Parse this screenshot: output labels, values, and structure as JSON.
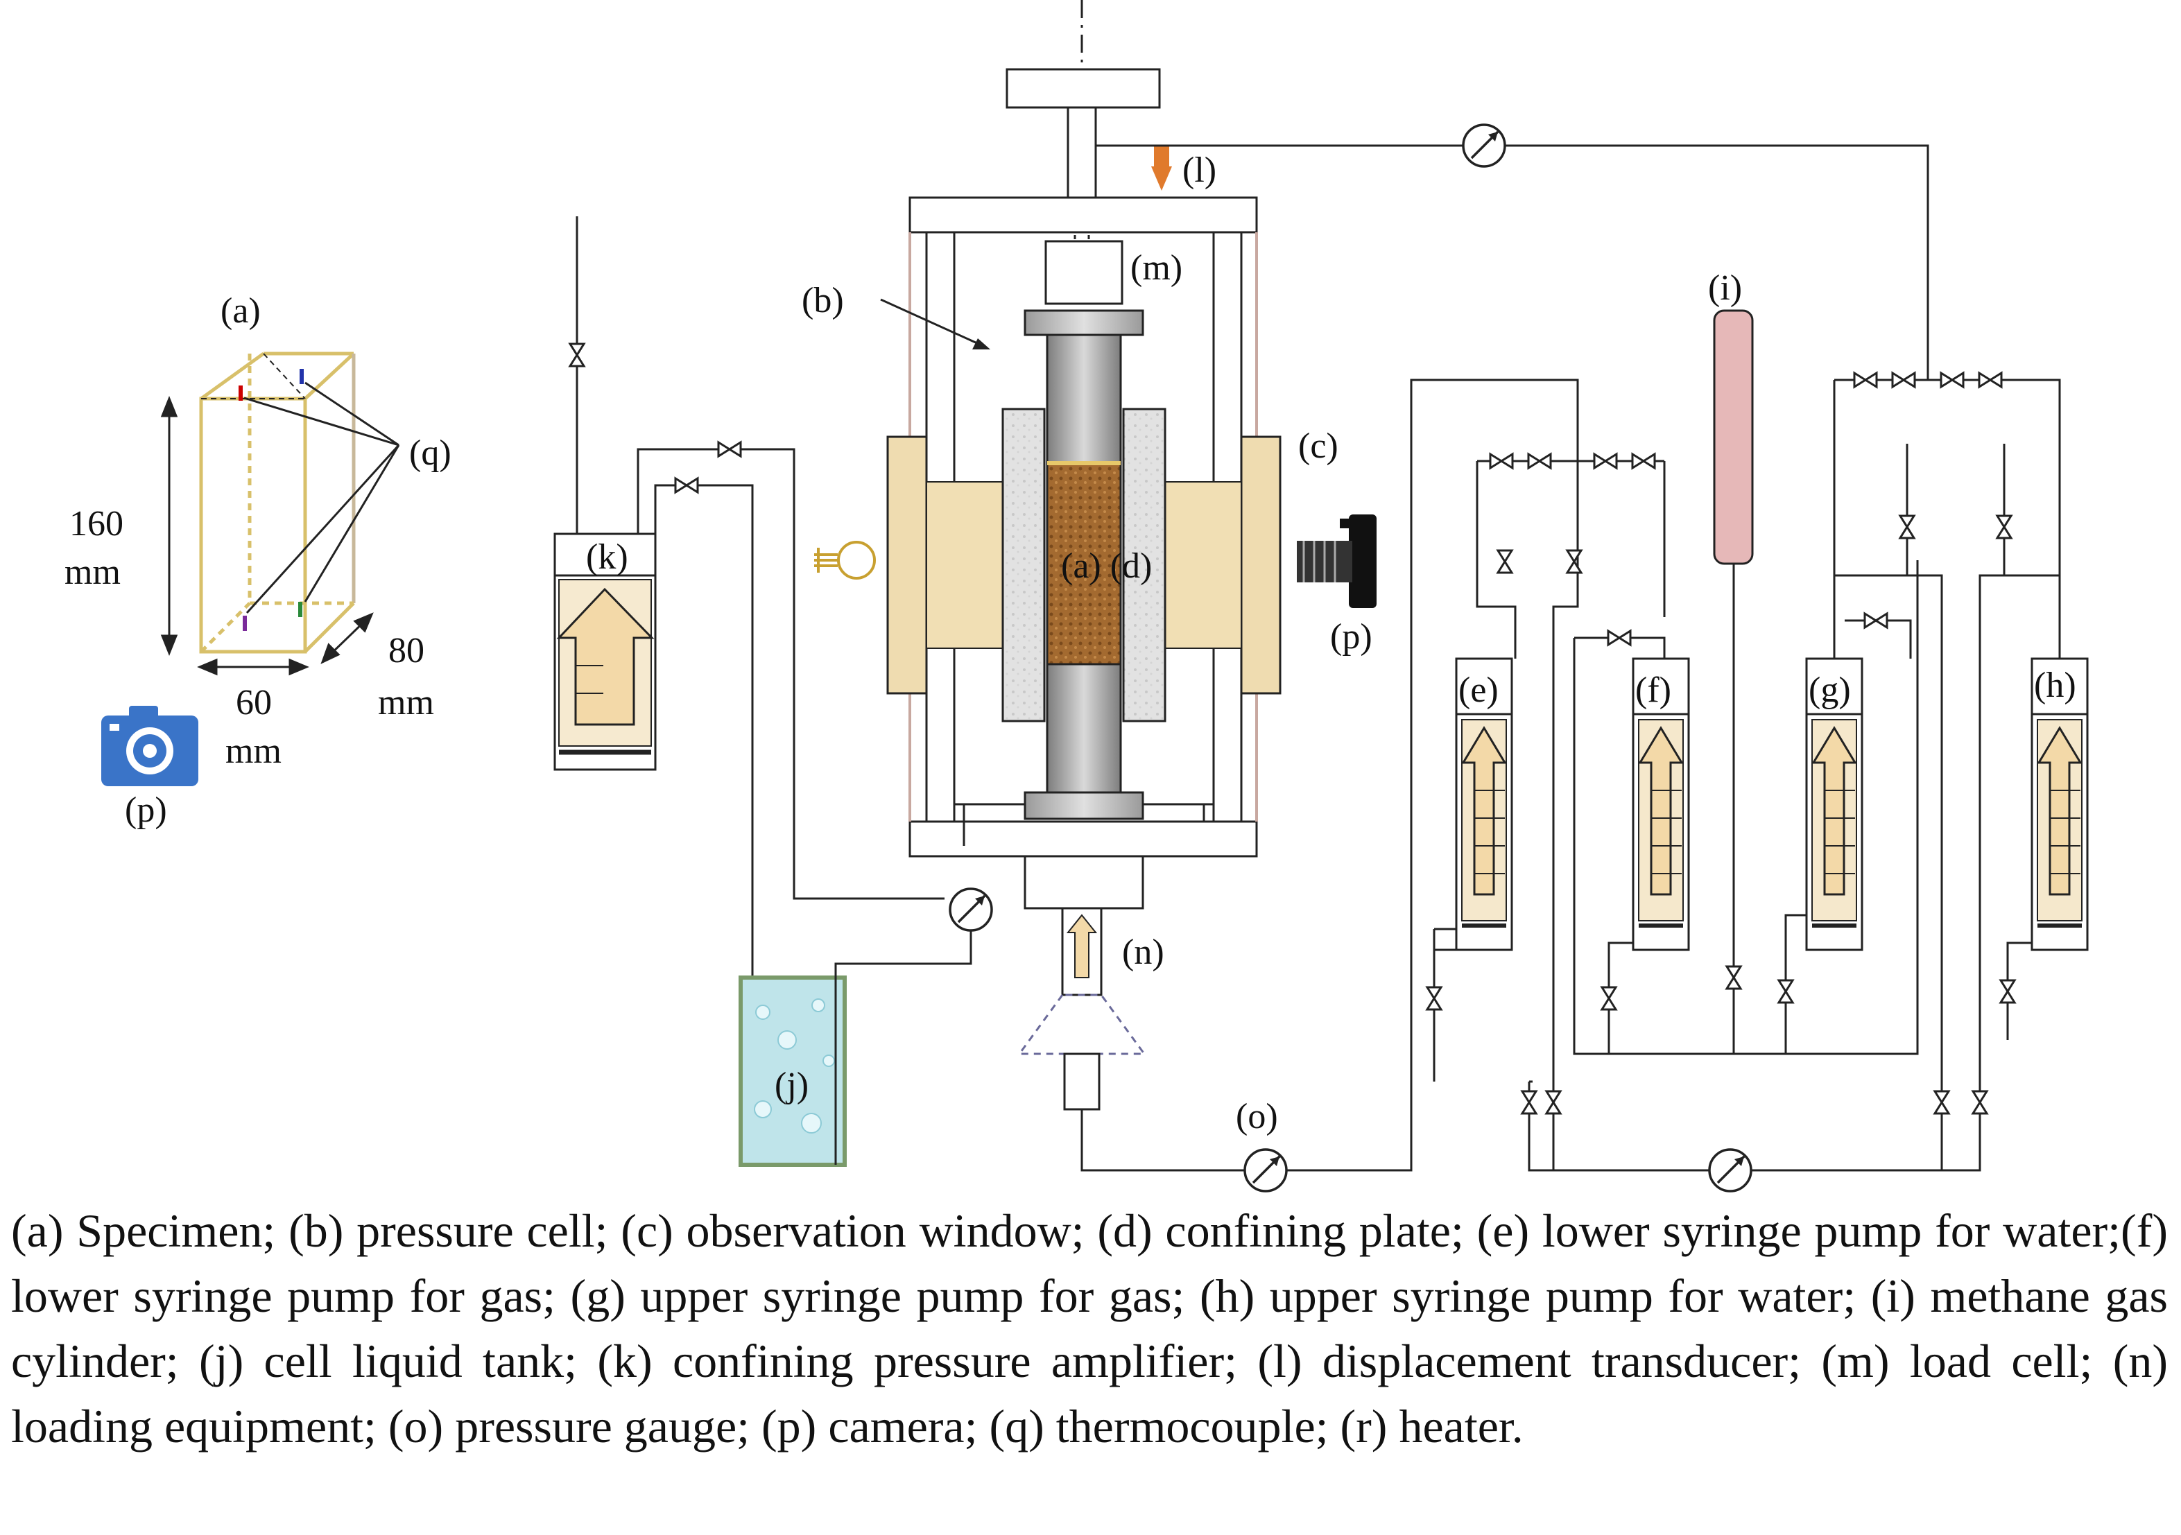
{
  "labels": {
    "a": "(a)",
    "b": "(b)",
    "c": "(c)",
    "ad": "(a) (d)",
    "e": "(e)",
    "f": "(f)",
    "g": "(g)",
    "h": "(h)",
    "i": "(i)",
    "j": "(j)",
    "k": "(k)",
    "l": "(l)",
    "m": "(m)",
    "n": "(n)",
    "o": "(o)",
    "p": "(p)",
    "q": "(q)"
  },
  "dimensions": {
    "height_value": "160",
    "width_value": "60",
    "depth_value": "80",
    "unit": "mm"
  },
  "colors": {
    "specimen": "#a0642a",
    "frame_gold": "#d8c06a",
    "window": "#efdcb0",
    "confining": "#dcdcdc",
    "piston": "#9a9a9a",
    "cylinder_i": "#e6b8b8",
    "tank_j": "#bfe4ea",
    "camera_icon": "#3a74c8",
    "transducer": "#e07a2c"
  },
  "icons": {
    "camera_small": "camera-icon",
    "camera_right": "camera-icon",
    "heater": "lightbulb-icon",
    "gauge": "gauge-icon",
    "valve": "valve-icon"
  },
  "caption": "(a) Specimen; (b) pressure cell; (c) observation window; (d) confining plate; (e) lower syringe pump for water;(f) lower syringe pump for gas; (g) upper syringe pump for gas; (h) upper syringe pump for water; (i) methane gas cylinder; (j) cell liquid tank; (k) confining pressure amplifier; (l) displacement transducer; (m) load cell; (n) loading equipment; (o) pressure gauge; (p) camera; (q) thermocouple; (r) heater."
}
